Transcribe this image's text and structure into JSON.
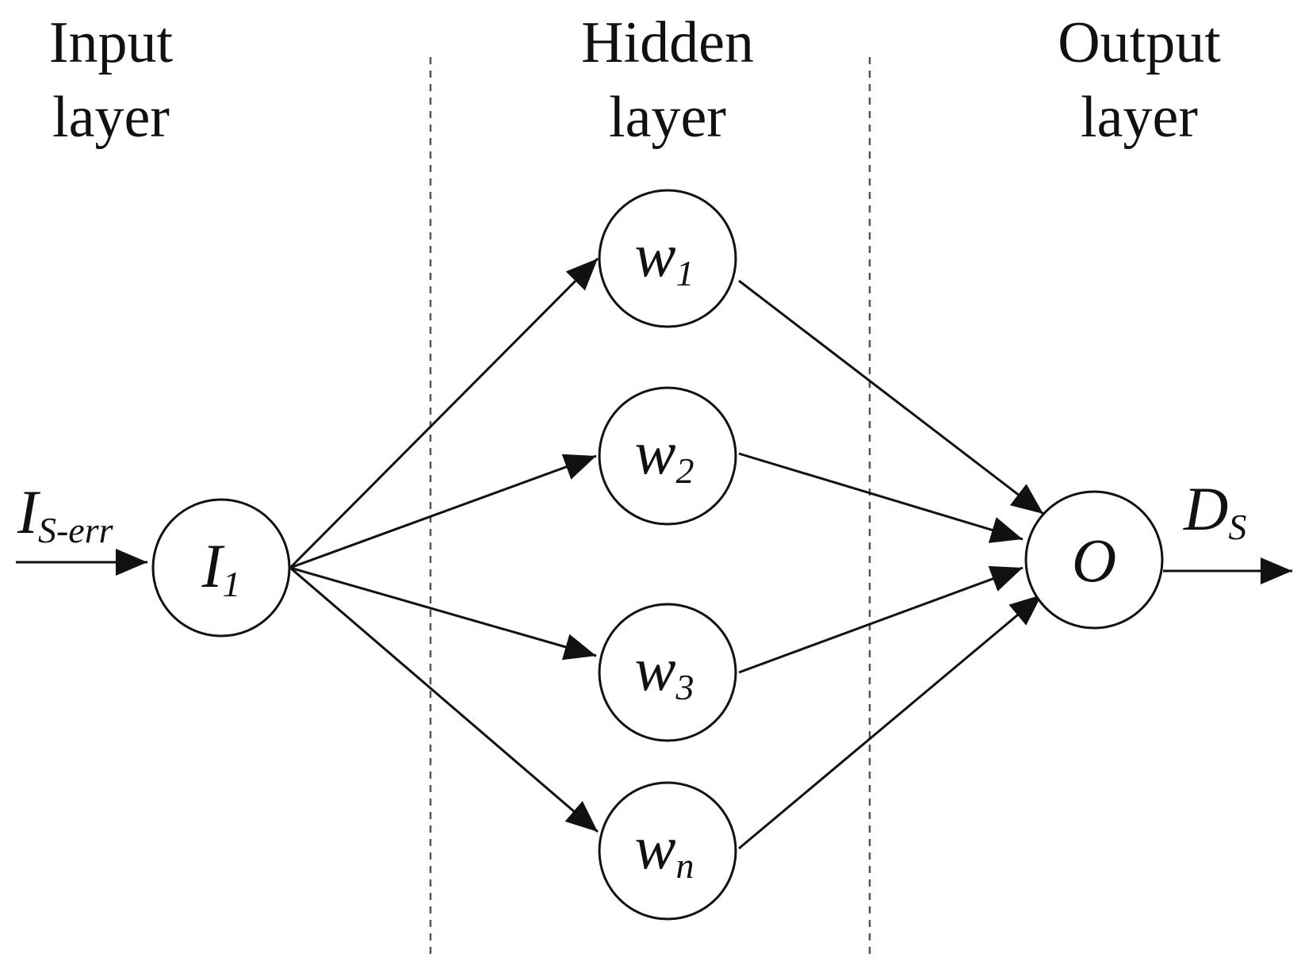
{
  "headers": {
    "input": [
      "Input",
      "layer"
    ],
    "hidden": [
      "Hidden",
      "layer"
    ],
    "output": [
      "Output",
      "layer"
    ]
  },
  "signals": {
    "input": {
      "main": "I",
      "sub": "S-err"
    },
    "output": {
      "main": "D",
      "sub": "S"
    }
  },
  "nodes": {
    "input": {
      "main": "I",
      "sub": "1"
    },
    "hidden": [
      {
        "main": "w",
        "sub": "1"
      },
      {
        "main": "w",
        "sub": "2"
      },
      {
        "main": "w",
        "sub": "3"
      },
      {
        "main": "w",
        "sub": "n"
      }
    ],
    "output": {
      "main": "O",
      "sub": ""
    }
  },
  "colors": {
    "line": "#111111",
    "divider": "#555555",
    "background": "#ffffff"
  }
}
